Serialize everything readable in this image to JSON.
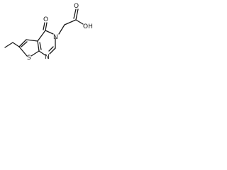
{
  "molecule": {
    "atoms": {
      "oxygen_keto": "O",
      "oxygen_acid_double": "O",
      "hydroxyl": "OH",
      "nitrogen_ring_top": "N",
      "nitrogen_ring_bottom": "N",
      "sulfur": "S"
    }
  }
}
